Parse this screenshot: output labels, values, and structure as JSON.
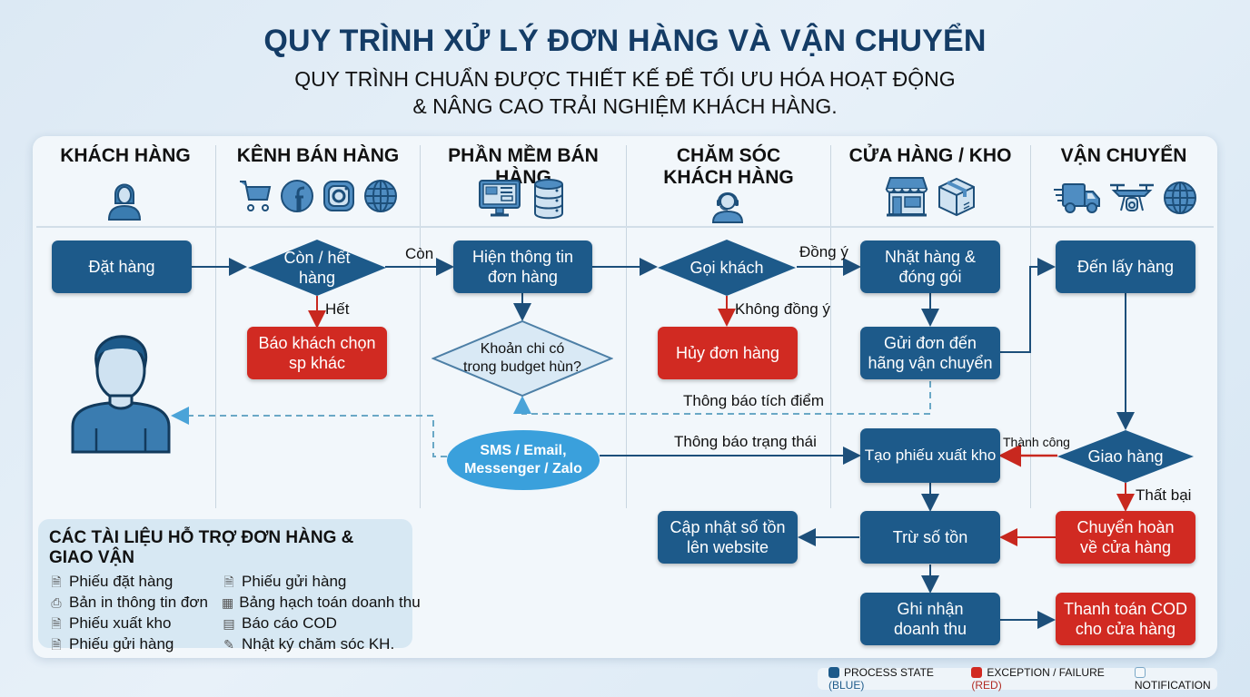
{
  "header": {
    "title": "QUY TRÌNH XỬ LÝ ĐƠN HÀNG VÀ VẬN CHUYỂN",
    "subtitle_line1": "QUY TRÌNH CHUẨN ĐƯỢC THIẾT KẾ ĐỂ TỐI ƯU HÓA HOẠT ĐỘNG",
    "subtitle_line2": "& NÂNG CAO TRẢI NGHIỆM KHÁCH HÀNG."
  },
  "lanes": [
    {
      "label": "KHÁCH HÀNG",
      "icons": [
        "customer-icon"
      ]
    },
    {
      "label": "KÊNH BÁN HÀNG",
      "icons": [
        "cart-icon",
        "facebook-icon",
        "instagram-icon",
        "globe-icon"
      ]
    },
    {
      "label": "PHẦN MỀM BÁN HÀNG",
      "icons": [
        "monitor-icon",
        "database-icon"
      ]
    },
    {
      "label_line1": "CHĂM SÓC",
      "label_line2": "KHÁCH HÀNG",
      "icons": [
        "headset-agent-icon"
      ]
    },
    {
      "label": "CỬA HÀNG / KHO",
      "icons": [
        "store-icon",
        "box-icon"
      ]
    },
    {
      "label": "VẬN CHUYỂN",
      "icons": [
        "truck-icon",
        "drone-icon",
        "globe-icon"
      ]
    }
  ],
  "nodes": {
    "dat_hang": "Đặt hàng",
    "con_het_1": "Còn / hết",
    "con_het_2": "hàng",
    "bao_khach_1": "Báo khách chọn",
    "bao_khach_2": "sp khác",
    "hien_thong_tin_1": "Hiện thông tin",
    "hien_thong_tin_2": "đơn hàng",
    "khoan_chi_1": "Khoản chi có",
    "khoan_chi_2": "trong budget hùn?",
    "goi_khach": "Gọi khách",
    "huy_don": "Hủy đơn hàng",
    "nhat_hang_1": "Nhặt hàng &",
    "nhat_hang_2": "đóng gói",
    "gui_don_1": "Gửi đơn đến",
    "gui_don_2": "hãng vận chuyển",
    "den_lay_hang": "Đến lấy hàng",
    "giao_hang": "Giao hàng",
    "tao_phieu": "Tạo phiếu xuất kho",
    "tru_so_ton": "Trừ số tồn",
    "cap_nhat_1": "Cập nhật số tồn",
    "cap_nhat_2": "lên website",
    "chuyen_hoan_1": "Chuyển hoàn",
    "chuyen_hoan_2": "về cửa hàng",
    "ghi_nhan_1": "Ghi nhận",
    "ghi_nhan_2": "doanh thu",
    "thanh_toan_1": "Thanh toán COD",
    "thanh_toan_2": "cho cửa hàng",
    "sms_1": "SMS / Email,",
    "sms_2": "Messenger / Zalo"
  },
  "edge_labels": {
    "con": "Còn",
    "het": "Hết",
    "dong_y": "Đồng ý",
    "khong_dong_y": "Không đồng ý",
    "thong_bao_tich_diem": "Thông báo tích điểm",
    "thong_bao_trang_thai": "Thông báo trạng thái",
    "thanh_cong": "Thành công",
    "that_bai": "Thất bại"
  },
  "documents": {
    "title": "CÁC TÀI LIỆU HỖ TRỢ ĐƠN HÀNG & GIAO VẬN",
    "items": [
      {
        "icon": "document-icon",
        "label": "Phiếu đặt hàng"
      },
      {
        "icon": "document-icon",
        "label": "Phiếu gửi hàng"
      },
      {
        "icon": "printer-icon",
        "label": "Bản in thông tin đơn"
      },
      {
        "icon": "table-icon",
        "label": "Bảng hạch toán doanh thu"
      },
      {
        "icon": "document-icon",
        "label": "Phiếu xuất kho"
      },
      {
        "icon": "report-chart-icon",
        "label": "Báo cáo COD"
      },
      {
        "icon": "document-icon",
        "label": "Phiếu gửi hàng"
      },
      {
        "icon": "edit-note-icon",
        "label": "Nhật ký chăm sóc KH."
      }
    ]
  },
  "legend": {
    "process_label": "PROCESS STATE ",
    "process_color_word": "(BLUE)",
    "exception_label": "EXCEPTION / FAILURE ",
    "exception_color_word": "(RED)",
    "notification_label": "NOTIFICATION"
  },
  "colors": {
    "process": "#1d5a8a",
    "exception": "#d12a22",
    "notification": "#3aa0dc",
    "title": "#143c66"
  }
}
